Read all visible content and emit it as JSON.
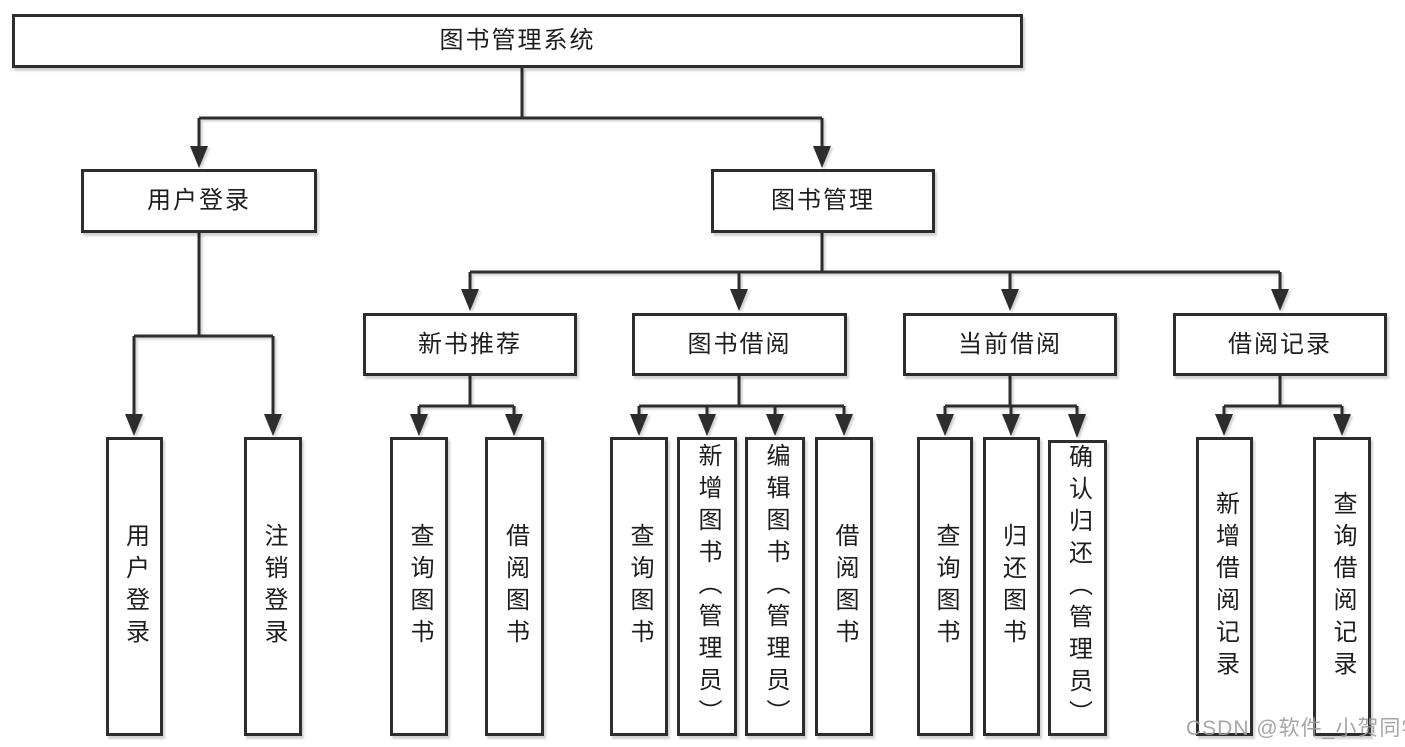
{
  "colors": {
    "line": "#2d2d2d",
    "box_border": "#2d2d2d",
    "box_background": "#ffffff",
    "text": "#1d1d1d",
    "watermark": "#9e9e9e",
    "background": "#ffffff"
  },
  "tree": {
    "root": {
      "label": "图书管理系统",
      "children": [
        {
          "label": "用户登录",
          "children": [
            {
              "label": "用户登录"
            },
            {
              "label": "注销登录"
            }
          ]
        },
        {
          "label": "图书管理",
          "children": [
            {
              "label": "新书推荐",
              "children": [
                {
                  "label": "查询图书"
                },
                {
                  "label": "借阅图书"
                }
              ]
            },
            {
              "label": "图书借阅",
              "children": [
                {
                  "label": "查询图书"
                },
                {
                  "label": "新增图书（管理员）"
                },
                {
                  "label": "编辑图书（管理员）"
                },
                {
                  "label": "借阅图书"
                }
              ]
            },
            {
              "label": "当前借阅",
              "children": [
                {
                  "label": "查询图书"
                },
                {
                  "label": "归还图书"
                },
                {
                  "label": "确认归还（管理员）"
                }
              ]
            },
            {
              "label": "借阅记录",
              "children": [
                {
                  "label": "新增借阅记录"
                },
                {
                  "label": "查询借阅记录"
                }
              ]
            }
          ]
        }
      ]
    }
  },
  "watermark": {
    "text": "CSDN @软件_小贺同学"
  }
}
